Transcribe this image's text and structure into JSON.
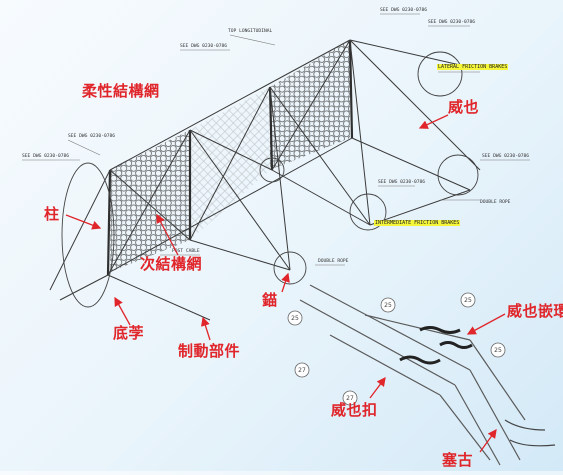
{
  "labels": {
    "flexible_net": "柔性結構網",
    "wire_rope": "威也",
    "post": "柱",
    "secondary_net": "次結構網",
    "anchor": "錨",
    "base_plate": "底茡",
    "braking_element": "制動部件",
    "rope_clamp": "威也扣",
    "rope_socket": "威也嵌環",
    "plug": "塞古"
  },
  "highlights": {
    "lateral": "LATERAL FRICTION BRAKES",
    "intermediate": "INTERMEDIATE FRICTION BRAKES"
  },
  "balloons": [
    "25",
    "25",
    "25",
    "27",
    "27",
    "25"
  ],
  "colors": {
    "label": "#e0262b",
    "arrow": "#e0262b",
    "linework": "#3a3a3a",
    "highlight": "#f5f53a"
  }
}
